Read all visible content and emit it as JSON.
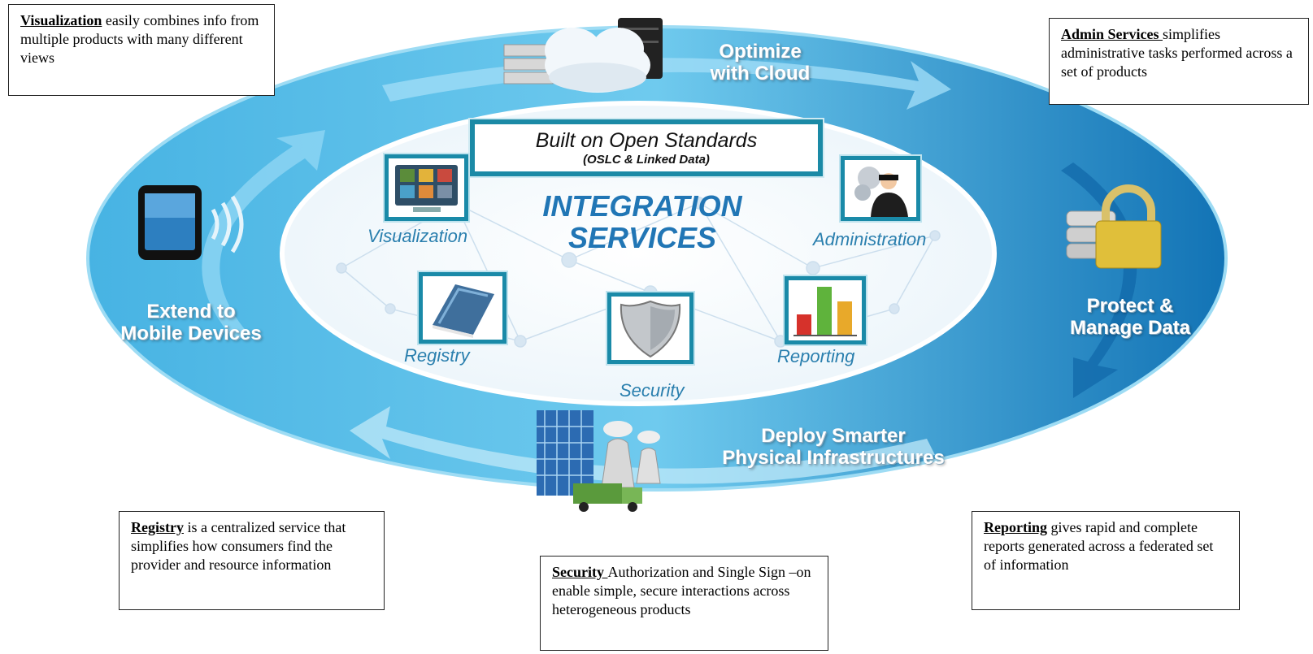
{
  "center": {
    "banner_title": "Built on Open Standards",
    "banner_subtitle": "(OSLC & Linked Data)",
    "title_line1": "INTEGRATION",
    "title_line2": "SERVICES"
  },
  "services": {
    "visualization": "Visualization",
    "administration": "Administration",
    "registry": "Registry",
    "security": "Security",
    "reporting": "Reporting"
  },
  "ring": {
    "top_line1": "Optimize",
    "top_line2": "with Cloud",
    "right_line1": "Protect &",
    "right_line2": "Manage Data",
    "bottom_line1": "Deploy Smarter",
    "bottom_line2": "Physical Infrastructures",
    "left_line1": "Extend to",
    "left_line2": "Mobile Devices"
  },
  "callouts": {
    "visualization": {
      "term": "Visualization",
      "text": " easily combines info from multiple products with many different views"
    },
    "admin": {
      "term": "Admin Services ",
      "text": "simplifies administrative tasks performed across a set of products"
    },
    "registry": {
      "term": "Registry",
      "text": " is a centralized service that simplifies how consumers find the provider and resource information"
    },
    "security": {
      "term": "Security ",
      "text": "Authorization and Single Sign –on  enable simple, secure interactions across heterogeneous products"
    },
    "reporting": {
      "term": "Reporting",
      "text": " gives rapid and complete reports generated across a federated set of information"
    }
  },
  "colors": {
    "ring_light": "#5fc4ec",
    "ring_dark": "#1583c4",
    "accent_teal": "#1a8aa8",
    "label_blue": "#2a7fae"
  }
}
